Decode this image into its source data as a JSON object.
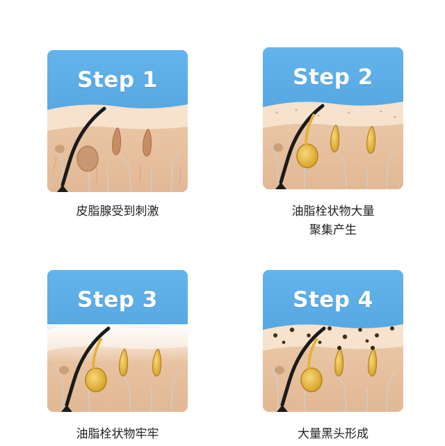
{
  "steps": [
    {
      "title": "Step 1",
      "caption_lines": [
        "皮脂腺受到刺激"
      ]
    },
    {
      "title": "Step 2",
      "caption_lines": [
        "油脂栓状物大量",
        "聚集产生"
      ]
    },
    {
      "title": "Step 3",
      "caption_lines": [
        "油脂栓状物牢牢"
      ]
    },
    {
      "title": "Step 4",
      "caption_lines": [
        "大量黑头形成"
      ]
    }
  ],
  "colors": {
    "header_blue": "#5aaee6",
    "skin_surface": "#f3dcc4",
    "dermis": "#e9c5a4",
    "gland_normal": "#c99872",
    "sebum_yellow": "#e2b23a",
    "blackhead": "#4a2b16"
  }
}
